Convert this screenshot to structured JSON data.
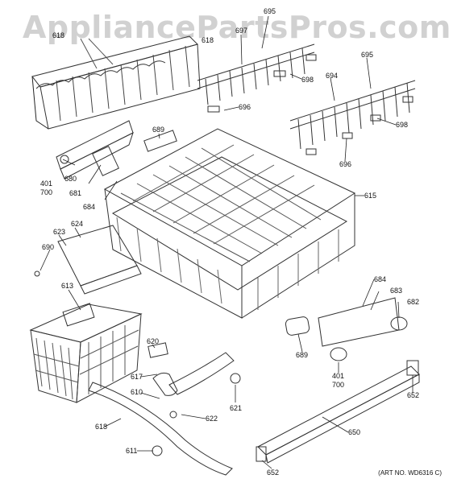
{
  "watermark": "AppliancePartsPros.com",
  "art_number": "(ART NO. WD6316 C)",
  "callouts": {
    "c695a": "695",
    "c695b": "695",
    "c697": "697",
    "c698a": "698",
    "c698b": "698",
    "c694": "694",
    "c696a": "696",
    "c696b": "696",
    "c618a": "618",
    "c618b": "618",
    "c689a": "689",
    "c689b": "689",
    "c401a": "401",
    "c700a": "700",
    "c401b": "401",
    "c700b": "700",
    "c680": "680",
    "c681": "681",
    "c684a": "684",
    "c684b": "684",
    "c615": "615",
    "c624": "624",
    "c623": "623",
    "c690": "690",
    "c613": "613",
    "c683": "683",
    "c682": "682",
    "c620": "620",
    "c617": "617",
    "c610": "610",
    "c621": "621",
    "c622": "622",
    "c611": "611",
    "c650": "650",
    "c652a": "652",
    "c652b": "652"
  }
}
